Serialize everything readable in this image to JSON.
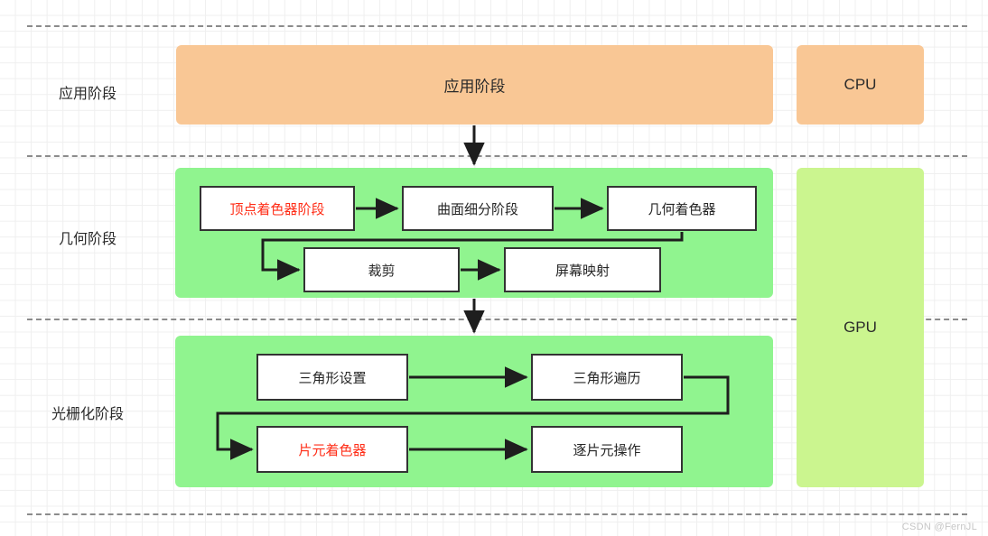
{
  "diagram": {
    "title_watermark": "CSDN @FernJL",
    "stage_labels": [
      {
        "name": "application-stage",
        "label": "应用阶段"
      },
      {
        "name": "geometry-stage",
        "label": "几何阶段"
      },
      {
        "name": "rasterization-stage",
        "label": "光栅化阶段"
      }
    ],
    "bands": {
      "application": {
        "label": "应用阶段",
        "color": "#F9C795"
      },
      "geometry": {
        "label": "",
        "color": "#90F48F"
      },
      "rasterization": {
        "label": "",
        "color": "#90F48F"
      },
      "cpu": {
        "label": "CPU",
        "color": "#F9C795"
      },
      "gpu": {
        "label": "GPU",
        "color": "#CBF58F"
      }
    },
    "geometry_nodes": [
      {
        "name": "vertex-shader-stage",
        "label": "顶点着色器阶段",
        "highlight": "#ff2d17"
      },
      {
        "name": "tessellation-stage",
        "label": "曲面细分阶段",
        "highlight": "#262626"
      },
      {
        "name": "geometry-shader",
        "label": "几何着色器",
        "highlight": "#262626"
      },
      {
        "name": "clipping",
        "label": "裁剪",
        "highlight": "#262626"
      },
      {
        "name": "screen-mapping",
        "label": "屏幕映射",
        "highlight": "#262626"
      }
    ],
    "rasterization_nodes": [
      {
        "name": "triangle-setup",
        "label": "三角形设置",
        "highlight": "#262626"
      },
      {
        "name": "triangle-traversal",
        "label": "三角形遍历",
        "highlight": "#262626"
      },
      {
        "name": "fragment-shader",
        "label": "片元着色器",
        "highlight": "#ff2d17"
      },
      {
        "name": "per-fragment-operations",
        "label": "逐片元操作",
        "highlight": "#262626"
      }
    ]
  }
}
